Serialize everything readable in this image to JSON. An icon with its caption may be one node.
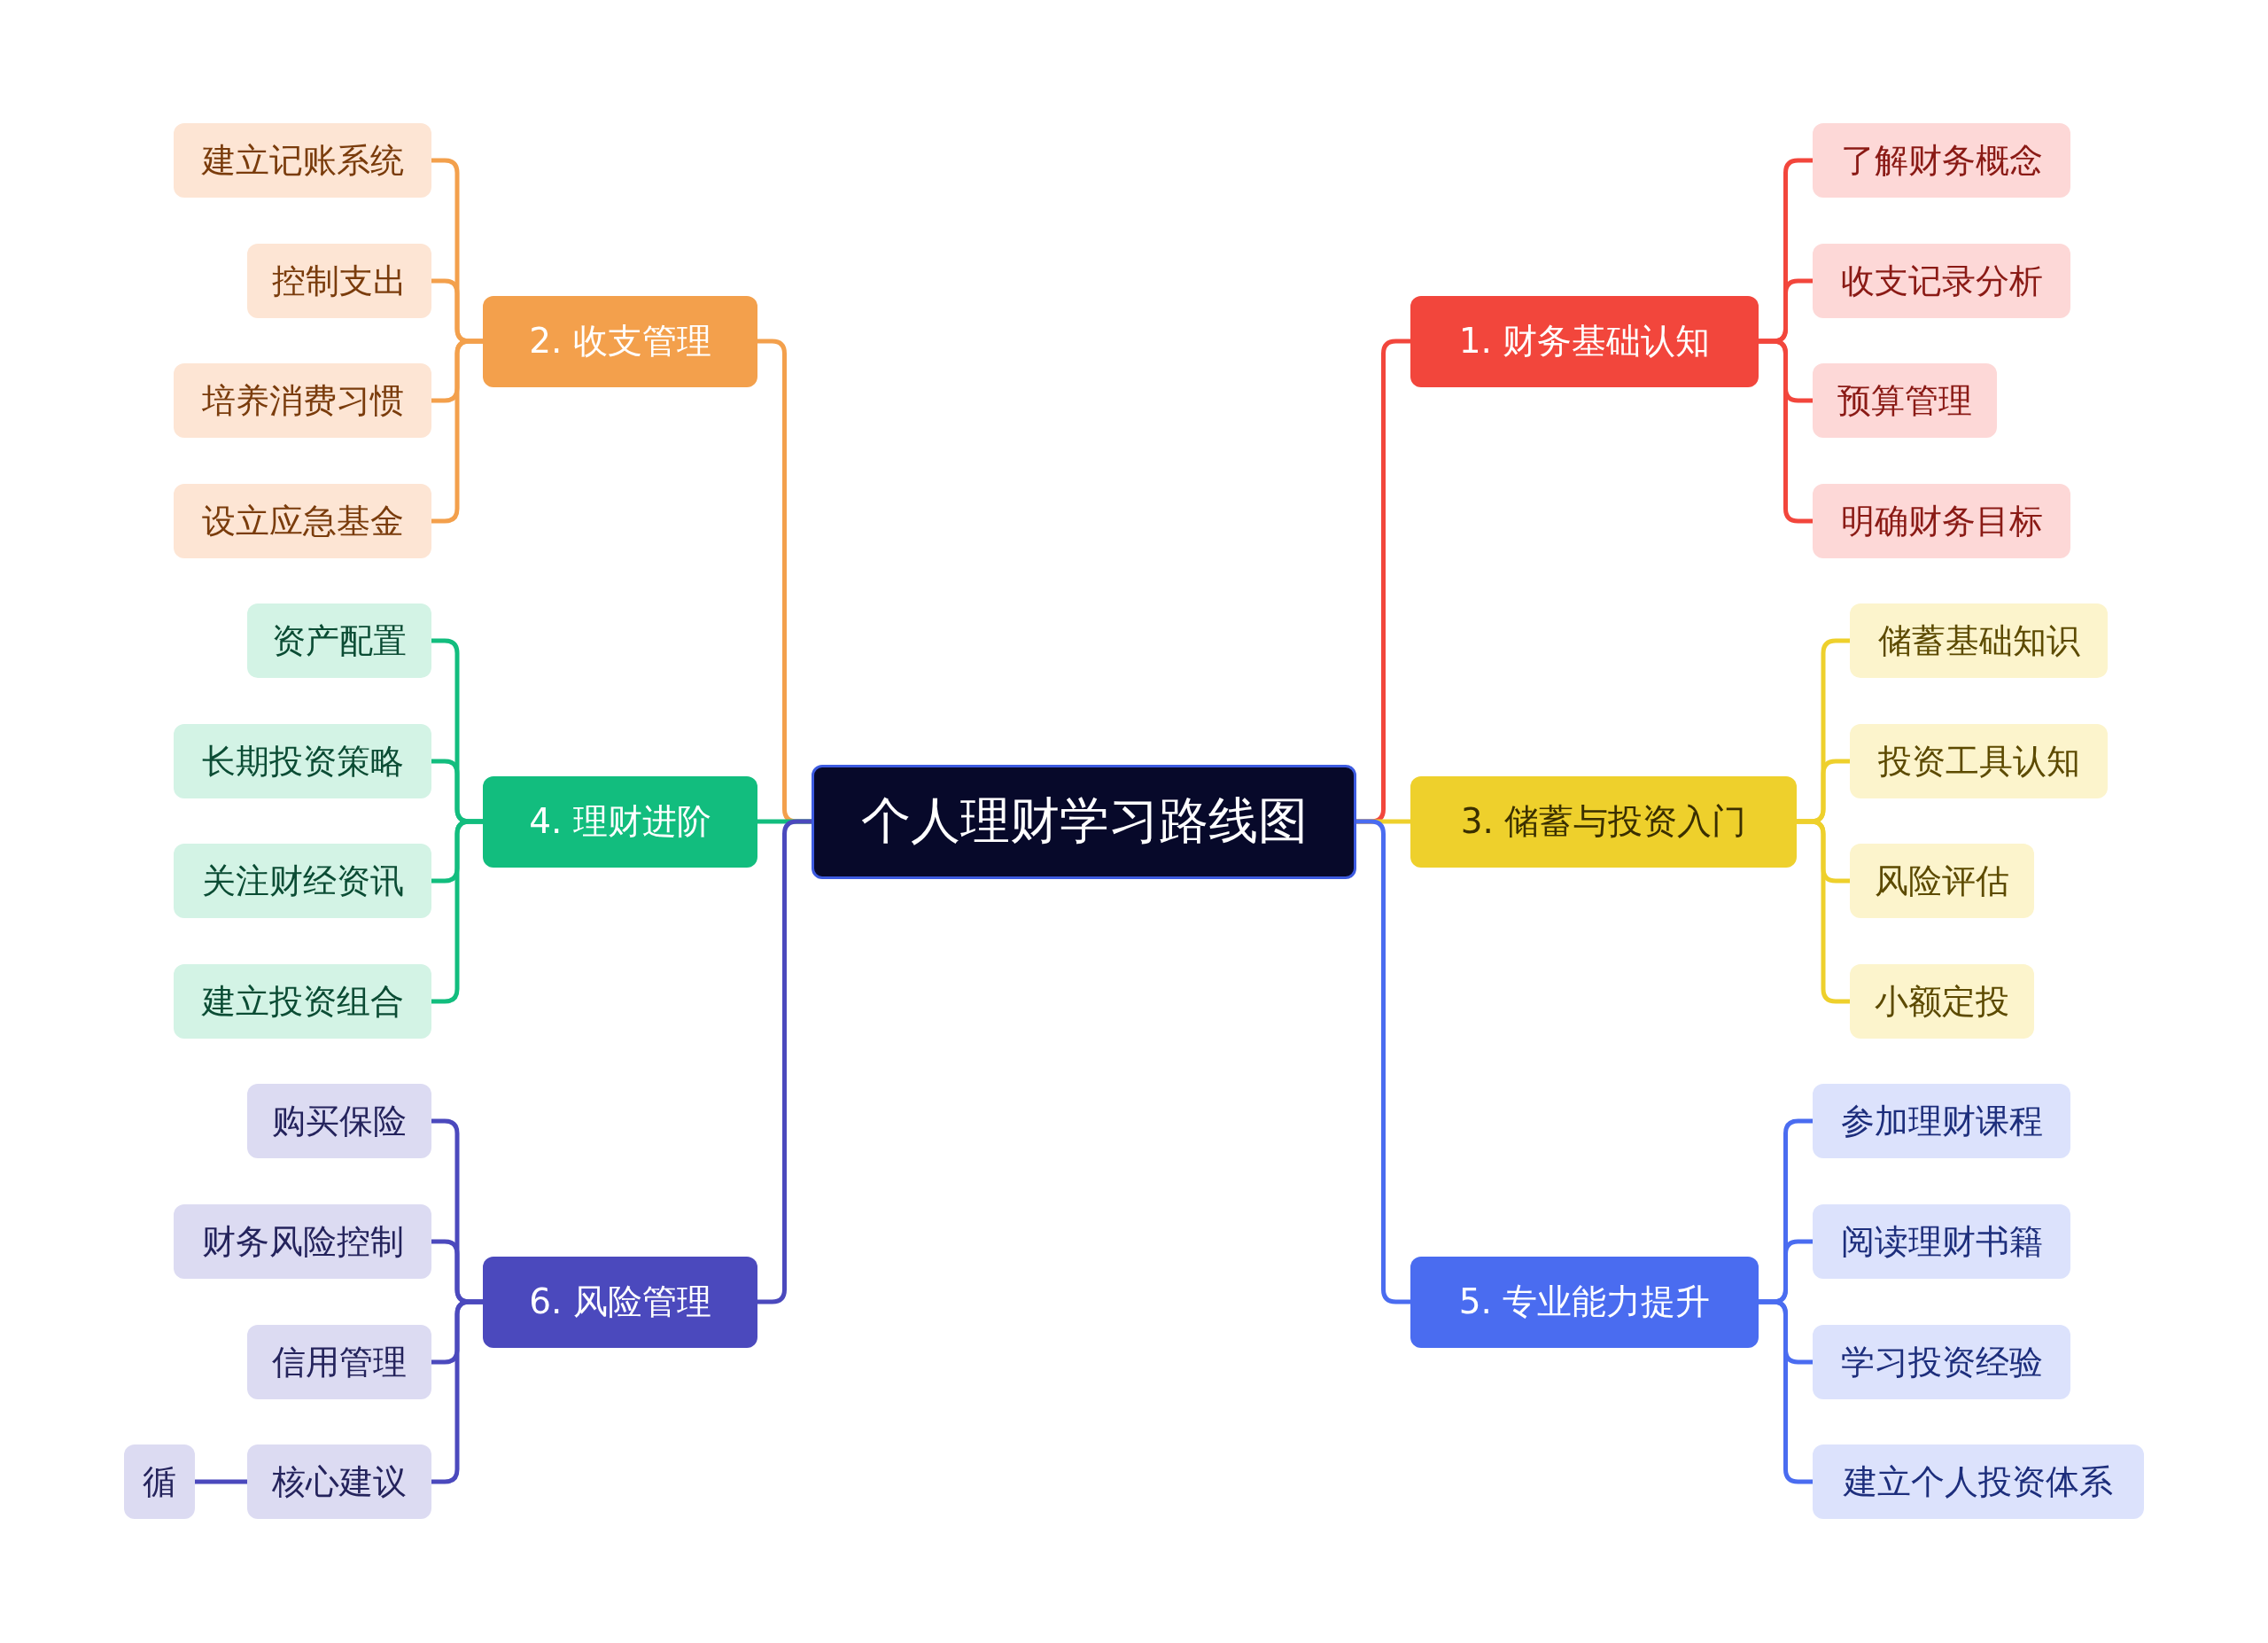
{
  "diagram": {
    "nodes": [
      {
        "text": [
          "个人理财学习路线图"
        ]
      },
      {
        "text": [
          "1. 财务基础认知"
        ]
      },
      {
        "text": [
          "了解财务概念"
        ]
      },
      {
        "text": [
          "收支记录分析"
        ]
      },
      {
        "text": [
          "预算管理"
        ]
      },
      {
        "text": [
          "明确财务目标"
        ]
      },
      {
        "text": [
          "2. 收支管理"
        ]
      },
      {
        "text": [
          "建立记账系统"
        ]
      },
      {
        "text": [
          "控制支出"
        ]
      },
      {
        "text": [
          "培养消费习惯"
        ]
      },
      {
        "text": [
          "设立应急基金"
        ]
      },
      {
        "text": [
          "3. 储蓄与投资入门"
        ]
      },
      {
        "text": [
          "储蓄基础知识"
        ]
      },
      {
        "text": [
          "投资工具认知"
        ]
      },
      {
        "text": [
          "风险评估"
        ]
      },
      {
        "text": [
          "小额定投"
        ]
      },
      {
        "text": [
          "4. 理财进阶"
        ]
      },
      {
        "text": [
          "资产配置"
        ]
      },
      {
        "text": [
          "长期投资策略"
        ]
      },
      {
        "text": [
          "关注财经资讯"
        ]
      },
      {
        "text": [
          "建立投资组合"
        ]
      },
      {
        "text": [
          "5. 专业能力提升"
        ]
      },
      {
        "text": [
          "参加理财课程"
        ]
      },
      {
        "text": [
          "阅读理财书籍"
        ]
      },
      {
        "text": [
          "学习投资经验"
        ]
      },
      {
        "text": [
          "建立个人投资体系"
        ]
      },
      {
        "text": [
          "6. 风险管理"
        ]
      },
      {
        "text": [
          "购买保险"
        ]
      },
      {
        "text": [
          "财务风险控制"
        ]
      },
      {
        "text": [
          "信用管理"
        ]
      },
      {
        "text": [
          "核心建议"
        ]
      },
      {
        "text": [
          "循"
        ]
      }
    ],
    "edges": [
      {
        "from": 0,
        "to": 1,
        "arrow": "none",
        "color": "#f2463c"
      },
      {
        "from": 1,
        "to": 2,
        "arrow": "none",
        "color": "#f2463c"
      },
      {
        "from": 1,
        "to": 3,
        "arrow": "none",
        "color": "#f2463c"
      },
      {
        "from": 1,
        "to": 4,
        "arrow": "none",
        "color": "#f2463c"
      },
      {
        "from": 1,
        "to": 5,
        "arrow": "none",
        "color": "#f2463c"
      },
      {
        "from": 0,
        "to": 6,
        "arrow": "none",
        "color": "#f3a04c"
      },
      {
        "from": 6,
        "to": 7,
        "arrow": "none",
        "color": "#f3a04c"
      },
      {
        "from": 6,
        "to": 8,
        "arrow": "none",
        "color": "#f3a04c"
      },
      {
        "from": 6,
        "to": 9,
        "arrow": "none",
        "color": "#f3a04c"
      },
      {
        "from": 6,
        "to": 10,
        "arrow": "none",
        "color": "#f3a04c"
      },
      {
        "from": 0,
        "to": 11,
        "arrow": "none",
        "color": "#eed02c"
      },
      {
        "from": 11,
        "to": 12,
        "arrow": "none",
        "color": "#eed02c"
      },
      {
        "from": 11,
        "to": 13,
        "arrow": "none",
        "color": "#eed02c"
      },
      {
        "from": 11,
        "to": 14,
        "arrow": "none",
        "color": "#eed02c"
      },
      {
        "from": 11,
        "to": 15,
        "arrow": "none",
        "color": "#eed02c"
      },
      {
        "from": 0,
        "to": 16,
        "arrow": "none",
        "color": "#12bd7e"
      },
      {
        "from": 16,
        "to": 17,
        "arrow": "none",
        "color": "#12bd7e"
      },
      {
        "from": 16,
        "to": 18,
        "arrow": "none",
        "color": "#12bd7e"
      },
      {
        "from": 16,
        "to": 19,
        "arrow": "none",
        "color": "#12bd7e"
      },
      {
        "from": 16,
        "to": 20,
        "arrow": "none",
        "color": "#12bd7e"
      },
      {
        "from": 0,
        "to": 21,
        "arrow": "none",
        "color": "#4a6cf0"
      },
      {
        "from": 21,
        "to": 22,
        "arrow": "none",
        "color": "#4a6cf0"
      },
      {
        "from": 21,
        "to": 23,
        "arrow": "none",
        "color": "#4a6cf0"
      },
      {
        "from": 21,
        "to": 24,
        "arrow": "none",
        "color": "#4a6cf0"
      },
      {
        "from": 21,
        "to": 25,
        "arrow": "none",
        "color": "#4a6cf0"
      },
      {
        "from": 0,
        "to": 26,
        "arrow": "none",
        "color": "#4b49bd"
      },
      {
        "from": 26,
        "to": 27,
        "arrow": "none",
        "color": "#4b49bd"
      },
      {
        "from": 26,
        "to": 28,
        "arrow": "none",
        "color": "#4b49bd"
      },
      {
        "from": 26,
        "to": 29,
        "arrow": "none",
        "color": "#4b49bd"
      },
      {
        "from": 26,
        "to": 30,
        "arrow": "none",
        "color": "#4b49bd"
      },
      {
        "from": 30,
        "to": 31,
        "arrow": "none",
        "color": "#4b49bd"
      }
    ]
  }
}
